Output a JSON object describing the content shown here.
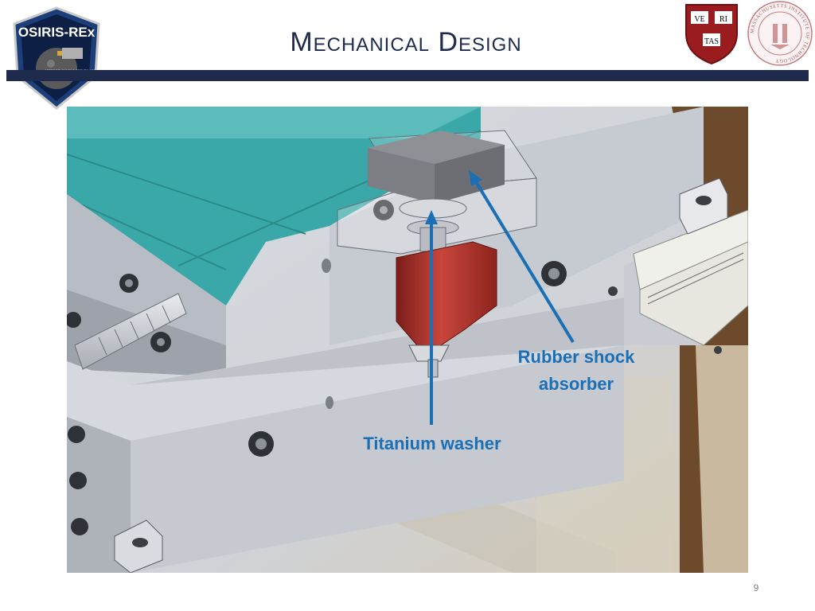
{
  "slide": {
    "title": "Mechanical Design",
    "page_number": "9"
  },
  "logos": {
    "mission_name": "OSIRIS-REx",
    "mission_subtitle": "ASTEROID SAMPLE RETURN MISSION",
    "harvard_motto": [
      "VE",
      "RI",
      "TAS"
    ],
    "mit_name": "MASSACHUSETTS INSTITUTE OF TECHNOLOGY"
  },
  "figure": {
    "labels": {
      "rubber_line1": "Rubber shock",
      "rubber_line2": "absorber",
      "titanium": "Titanium washer"
    },
    "arrow_color": "#1a6fb5",
    "teal": "#3aa8a8",
    "red": "#b8342c"
  }
}
